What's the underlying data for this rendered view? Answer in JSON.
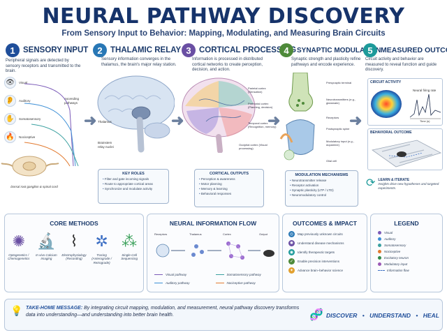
{
  "header": {
    "title": "NEURAL PATHWAY DISCOVERY",
    "subtitle": "From Sensory Input to Behavior: Mapping, Modulating, and Measuring Brain Circuits"
  },
  "colors": {
    "stage1": "#1f4e9a",
    "stage2": "#2877b5",
    "stage3": "#6a4fa3",
    "stage4": "#4e8a3a",
    "stage5": "#1d9a9a",
    "visual": "#7b5ab8",
    "auditory": "#3d8fd6",
    "somatosensory": "#3aa0a0",
    "nociceptive": "#e27a2f",
    "excitatory": "#2f8a4a",
    "modulatory": "#9b59b6"
  },
  "stages": [
    {
      "num": "1",
      "title": "SENSORY INPUT",
      "desc": "Peripheral signals are detected by sensory receptors and transmitted to the brain."
    },
    {
      "num": "2",
      "title": "THALAMIC RELAY",
      "desc": "Sensory information converges in the thalamus, the brain's major relay station."
    },
    {
      "num": "3",
      "title": "CORTICAL PROCESSING",
      "desc": "Information is processed in distributed cortical networks to create perception, decision, and action."
    },
    {
      "num": "4",
      "title": "SYNAPTIC MODULATION",
      "desc": "Synaptic strength and plasticity refine pathways and encode experience."
    },
    {
      "num": "5",
      "title": "MEASURED OUTCOME",
      "desc": "Circuit activity and behavior are measured to reveal function and guide discovery."
    }
  ],
  "sensory": {
    "items": [
      "Visual",
      "Auditory",
      "Somatosensory",
      "Nociceptive"
    ],
    "ascending": "Ascending pathways",
    "ganglion": "Dorsal root ganglion & spinal cord"
  },
  "thalamic": {
    "thalamus": "Thalamus",
    "brainstem": "Brainstem relay nuclei",
    "roles_title": "KEY ROLES",
    "roles": [
      "Filter and gate incoming signals",
      "Route to appropriate cortical areas",
      "Synchronize and modulate activity"
    ]
  },
  "cortical": {
    "labels": [
      "Parietal cortex (Sensation)",
      "Prefrontal cortex (Planning, decision)",
      "Temporal cortex (Recognition, memory)",
      "Occipital cortex (Visual processing)"
    ],
    "outputs_title": "CORTICAL OUTPUTS",
    "outputs": [
      "Perception & awareness",
      "Motor planning",
      "Memory & learning",
      "Behavioral responses"
    ]
  },
  "synaptic": {
    "labels": [
      "Presynaptic terminal",
      "Neurotransmitters (e.g., glutamate)",
      "Receptors",
      "Postsynaptic spine",
      "Modulatory input (e.g., dopamine)",
      "Glial cell"
    ],
    "mech_title": "MODULATION MECHANISMS",
    "mech": [
      "Neurotransmitter release",
      "Receptor activation",
      "Synaptic plasticity (LTP / LTD)",
      "Neuromodulatory control"
    ]
  },
  "outcome": {
    "activity_title": "CIRCUIT ACTIVITY",
    "firing": "Neural firing rate",
    "time": "Time (s)",
    "behavior_title": "BEHAVIORAL OUTCOME",
    "learn_title": "LEARN & ITERATE",
    "learn_desc": "Insights drive new hypotheses and targeted experiments."
  },
  "methods": {
    "title": "CORE METHODS",
    "items": [
      "Optogenetics / Chemogenetics",
      "In vivo Calcium Imaging",
      "Electrophysiology (Recording)",
      "Tracing (Anterograde / Retrograde)",
      "Single-Cell Sequencing"
    ]
  },
  "flow": {
    "title": "NEURAL INFORMATION FLOW",
    "nodes": [
      "Receptors",
      "Thalamus",
      "Cortex",
      "Output"
    ],
    "legend": [
      "Visual pathway",
      "Auditory pathway",
      "Somatosensory pathway",
      "Nociceptive pathway"
    ]
  },
  "impact": {
    "title": "OUTCOMES & IMPACT",
    "items": [
      "Map previously unknown circuits",
      "Understand disease mechanisms",
      "Identify therapeutic targets",
      "Enable precision interventions",
      "Advance brain–behavior science"
    ]
  },
  "legend": {
    "title": "LEGEND",
    "items": [
      "Visual",
      "Auditory",
      "Somatosensory",
      "Nociceptive",
      "Excitatory neuron",
      "Modulatory input",
      "Information flow"
    ]
  },
  "takehome": {
    "label": "TAKE-HOME MESSAGE:",
    "text": "By integrating circuit mapping, modulation, and measurement, neural pathway discovery transforms data into understanding—and understanding into better brain health.",
    "motto": [
      "DISCOVER",
      "UNDERSTAND",
      "HEAL"
    ]
  }
}
